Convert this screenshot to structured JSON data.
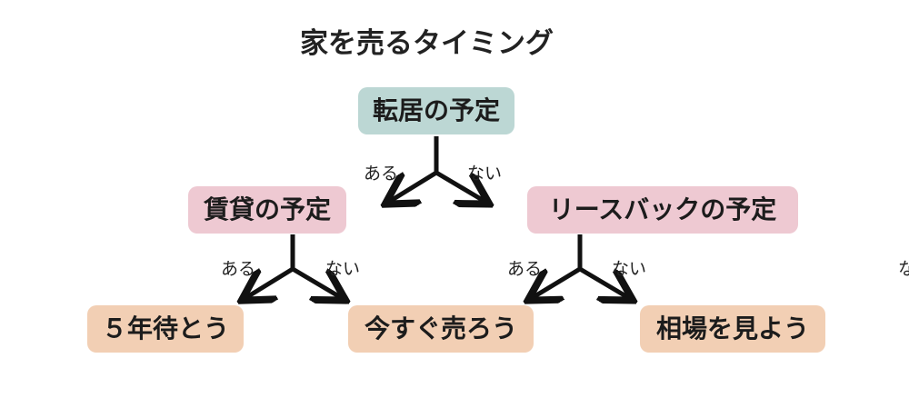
{
  "title": "家を売るタイミング",
  "nodes": {
    "root": "転居の予定",
    "rent": "賃貸の予定",
    "leaseback": "リースバックの予定",
    "wait5": "５年待とう",
    "sell_now": "今すぐ売ろう",
    "see_market": "相場を見よう"
  },
  "branch_labels": {
    "yes": "ある",
    "no": "ない",
    "cut_off": "な"
  },
  "colors": {
    "root": "#bcd7d4",
    "decision": "#eec9d2",
    "outcome": "#f2cfb4",
    "line": "#111111"
  }
}
